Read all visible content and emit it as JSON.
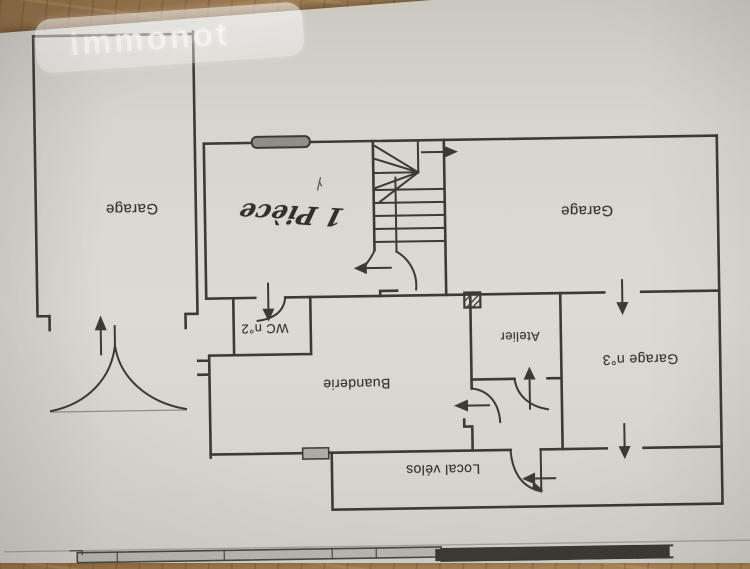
{
  "watermark": {
    "text": "immonot"
  },
  "rooms": [
    {
      "name": "garage-left",
      "label": "Garage"
    },
    {
      "name": "piece-1",
      "label": "1 Pièce",
      "handwritten": true
    },
    {
      "name": "garage-right",
      "label": "Garage"
    },
    {
      "name": "wc-2",
      "label": "WC n°2"
    },
    {
      "name": "buanderie",
      "label": "Buanderie"
    },
    {
      "name": "atelier",
      "label": "Atelier"
    },
    {
      "name": "garage-3",
      "label": "Garage n°3"
    },
    {
      "name": "local-velos",
      "label": "Local vélos"
    }
  ],
  "orientation": "plan shown rotated 180 degrees (labels upside down)",
  "symbols": [
    "staircase-winder",
    "window",
    "chimney-flue",
    "double-door-swing",
    "door-swing",
    "direction-arrow-up",
    "direction-arrow-down",
    "direction-arrow-left",
    "direction-arrow-right"
  ],
  "colors": {
    "ink": "#3c3a33",
    "paper": "#d8d6cf",
    "wood_table": "#9c7a51",
    "watermark_pill": "rgba(255,255,255,0.45)",
    "window_fill": "#8f8d86",
    "wall_poche": "#aeaca5"
  }
}
